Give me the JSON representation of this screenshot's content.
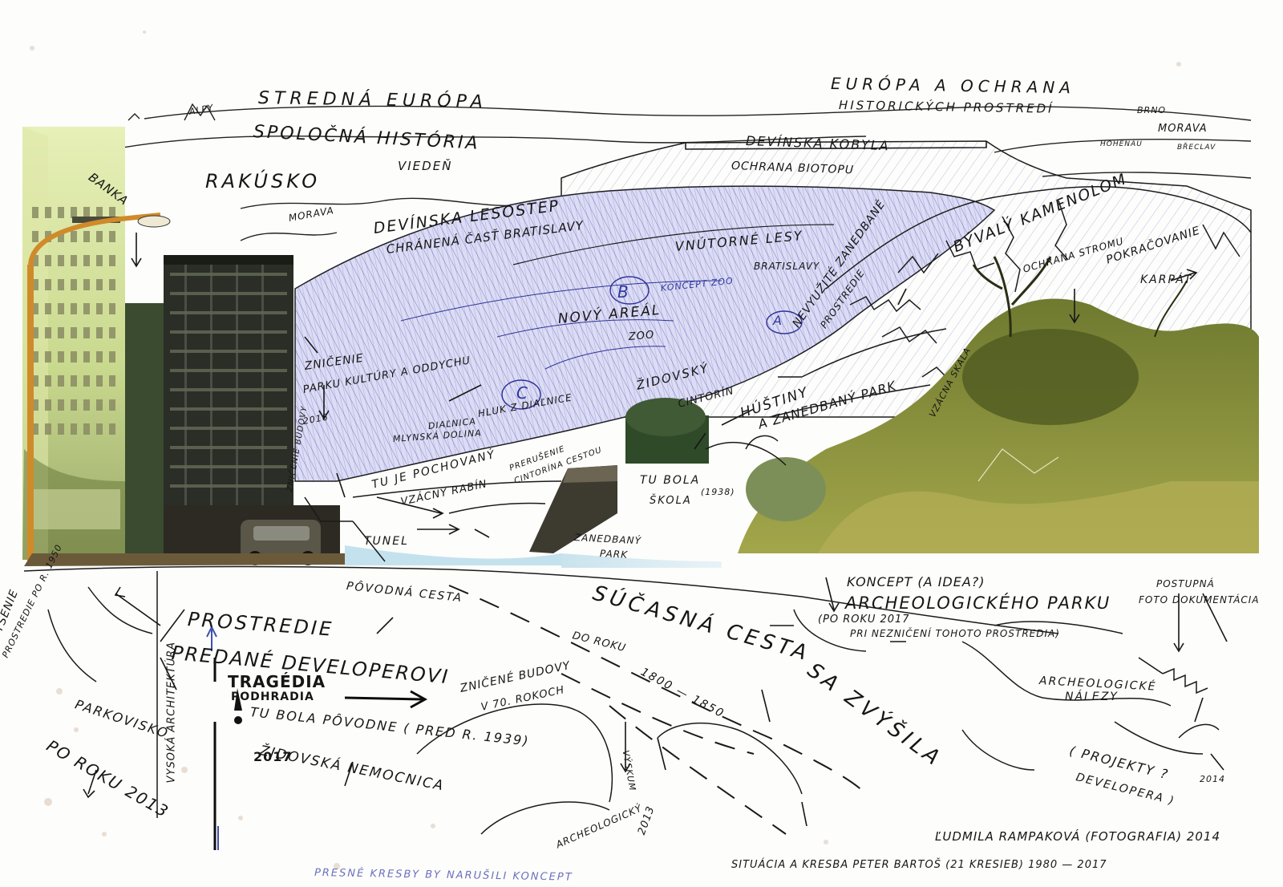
{
  "labels": {
    "alpy": "ALPY",
    "stredna_europa": "STREDNÁ EURÓPA",
    "spolocna_historia": "SPOLOČNÁ HISTÓRIA",
    "europa_ochrana": "EURÓPA A OCHRANA",
    "historickych": "HISTORICKÝCH PROSTREDÍ",
    "brno": "BRNO",
    "morava_ne": "MORAVA",
    "hohenau": "HOHENAU",
    "breclav": "BŘECLAV",
    "banka": "BANKA",
    "rakusko": "RAKÚSKO",
    "viden": "VIEDEŇ",
    "morava_w": "MORAVA",
    "devinska_kobyla": "DEVÍNSKA KOBYLA",
    "ochrana_biotopu": "OCHRANA BIOTOPU",
    "devinska_lesostep": "DEVÍNSKA LESOSTEP",
    "chranena_cast": "CHRÁNENÁ ČASŤ BRATISLAVY",
    "vnutorne_lesy": "VNÚTORNÉ LESY",
    "bratislavy": "BRATISLAVY",
    "byvaly_kamenolom": "BÝVALÝ KAMENOLOM",
    "nevyuzite": "NEVYUŽITÉ ZANEDBANÉ",
    "prostredie_r": "PROSTREDIE",
    "ochrana_stromu": "OCHRANA STROMU",
    "pokracovanie": "POKRAČOVANIE",
    "karpat": "KARPÁT",
    "koncept_zoo": "KONCEPT ZOO",
    "novy_areal": "NOVÝ AREÁL",
    "zoo": "ZOO",
    "mark_a": "A",
    "mark_b": "B",
    "mark_c": "C",
    "znicenie_parku": "ZNIČENIE",
    "parku_kultury": "PARKU KULTÚRY A ODDYCHU",
    "rok_2016": "2016",
    "zidovsky": "ŽIDOVSKÝ",
    "cintorin": "CINTORÍN",
    "hustiny": "HÚŠTINY",
    "a_zanedbany_park": "A ZANEDBANÝ PARK",
    "hluk": "HLUK Z DIAĽNICE",
    "dialnica": "DIAĽNICA",
    "mlynska": "MLYNSKÁ DOLINA",
    "tu_je_pochovany": "TU JE POCHOVANÝ",
    "vzacny_rabin": "VZÁCNY RABÍN",
    "prerusenie": "PRERUŠENIE",
    "cintorina_cestou": "CINTORÍNA CESTOU",
    "znicenie_budovy": "ZNIČENIE BUDOVY",
    "vzacna_skala": "VZÁCNA SKALA",
    "tunel": "TUNEL",
    "tu_bola_skola": "TU BOLA",
    "skola": "ŠKOLA",
    "rok_1938": "(1938)",
    "zanedbany_park_low": "ZANEDBANÝ",
    "park_low": "PARK",
    "povodna_cesta": "PÔVODNÁ CESTA",
    "sucasna_cesta": "SÚČASNÁ CESTA",
    "sa_zvysila": "SA ZVÝŠILA",
    "do_roku": "DO ROKU",
    "rok_1800_1850": "1800 — 1850",
    "koncept_idea": "KONCEPT (A IDEA?)",
    "archeologickeho_parku": "ARCHEOLOGICKÉHO PARKU",
    "po_roku_2017": "(PO ROKU 2017",
    "pri_neznicen": "PRI NEZNIČENÍ TOHOTO PROSTREDIA)",
    "postupna": "POSTUPNÁ",
    "foto_dokumentacia": "FOTO DOKUMENTÁCIA",
    "archeologicke": "ARCHEOLOGICKÉ",
    "nalezy": "NÁLEZY",
    "projekty": "( PROJEKTY ?",
    "developera": "DEVELOPERA )",
    "rok_2014": "2014",
    "prostredie_predane": "PROSTREDIE",
    "predane_developerovi": "PREDANÉ DEVELOPEROVI",
    "tragedia": "TRAGÉDIA",
    "podhradia": "PODHRADIA",
    "tu_bola_povodne": "TU BOLA PÔVODNE ( PRED R. 1939)",
    "zidovska_nemocnica": "ŽIDOVSKÁ NEMOCNICA",
    "znicene_budovy": "ZNIČENÉ BUDOVY",
    "v_70_rokoch": "V 70. ROKOCH",
    "zvysenie": "ZVÝŠENIE",
    "prostredie_po_1950": "PROSTREDIE PO R. 1950",
    "parkovisko": "PARKOVISKO",
    "po_roku_2013": "PO ROKU 2013",
    "vysoka_architektura": "VYSOKÁ ARCHITEKTÚRA",
    "rok_2017": "2017",
    "archeologicky_vyskum": "ARCHEOLOGICKÝ",
    "vyskum_2013": "VÝSKUM",
    "rok_2013": "2013",
    "ludmila": "ĽUDMILA RAMPAKOVÁ (FOTOGRAFIA) 2014",
    "situacia": "SITUÁCIA A KRESBA PETER BARTOŠ (21 KRESIEB) 1980 — 2017",
    "presne_kresby": "PRESNÉ KRESBY BY NARUŠILI KONCEPT"
  }
}
